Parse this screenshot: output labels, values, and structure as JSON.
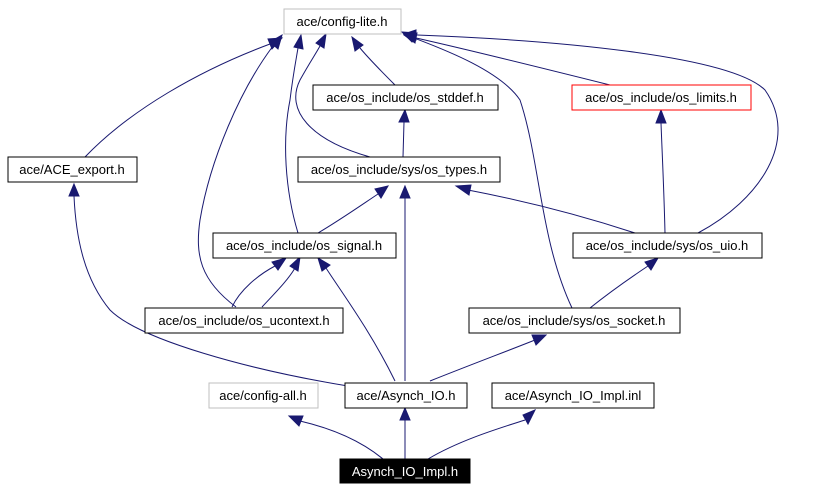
{
  "diagram": {
    "nodes": [
      {
        "id": "config_lite",
        "label": "ace/config-lite.h",
        "style": "ghost"
      },
      {
        "id": "os_stddef",
        "label": "ace/os_include/os_stddef.h",
        "style": "normal"
      },
      {
        "id": "os_limits",
        "label": "ace/os_include/os_limits.h",
        "style": "red"
      },
      {
        "id": "ace_export",
        "label": "ace/ACE_export.h",
        "style": "normal"
      },
      {
        "id": "os_types",
        "label": "ace/os_include/sys/os_types.h",
        "style": "normal"
      },
      {
        "id": "os_signal",
        "label": "ace/os_include/os_signal.h",
        "style": "normal"
      },
      {
        "id": "os_uio",
        "label": "ace/os_include/sys/os_uio.h",
        "style": "normal"
      },
      {
        "id": "os_ucontext",
        "label": "ace/os_include/os_ucontext.h",
        "style": "normal"
      },
      {
        "id": "os_socket",
        "label": "ace/os_include/sys/os_socket.h",
        "style": "normal"
      },
      {
        "id": "config_all",
        "label": "ace/config-all.h",
        "style": "ghost"
      },
      {
        "id": "asynch_io",
        "label": "ace/Asynch_IO.h",
        "style": "normal"
      },
      {
        "id": "asynch_io_impl_inl",
        "label": "ace/Asynch_IO_Impl.inl",
        "style": "normal"
      },
      {
        "id": "asynch_io_impl_h",
        "label": "Asynch_IO_Impl.h",
        "style": "root"
      }
    ],
    "colors": {
      "edge": "#191970",
      "node_border": "#000000",
      "ghost_border": "#bfbfbf",
      "red_border": "#ff0000",
      "root_fill": "#000000",
      "root_text": "#ffffff"
    }
  }
}
